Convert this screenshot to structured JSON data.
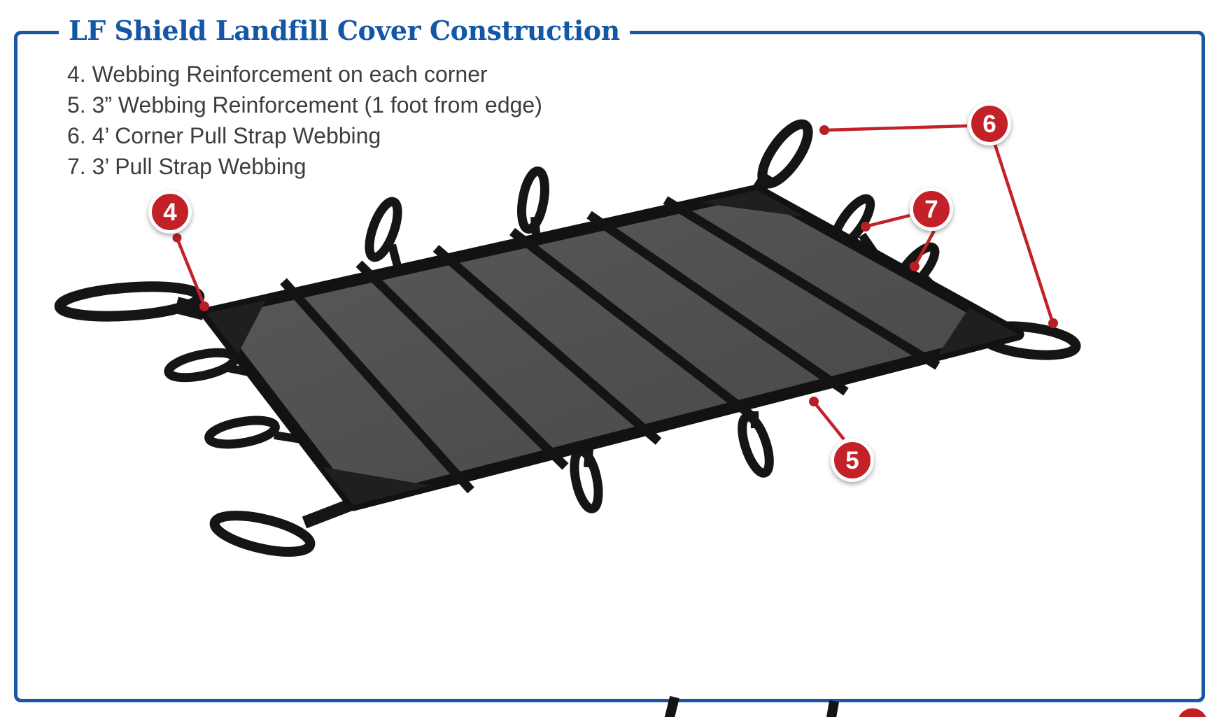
{
  "title": "LF Shield Landfill Cover Construction",
  "legend": {
    "items": [
      "4. Webbing Reinforcement on each corner",
      "5. 3” Webbing Reinforcement (1 foot from edge)",
      "6. 4’ Corner Pull Strap Webbing",
      "7. 3’ Pull Strap Webbing"
    ]
  },
  "callouts": {
    "n4": "4",
    "n5": "5",
    "n6": "6",
    "n7": "7"
  },
  "colors": {
    "frame_blue": "#1956a4",
    "title_blue": "#1457a6",
    "callout_red": "#c32127",
    "tarp_gray": "#4f4f4f",
    "webbing_black": "#151515"
  }
}
